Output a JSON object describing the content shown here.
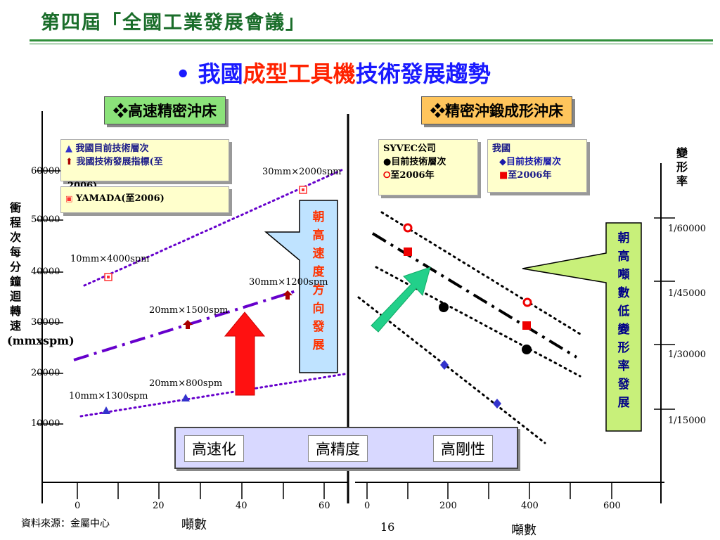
{
  "header": {
    "title": "第四屆「全國工業發展會議」"
  },
  "main_title": {
    "bullet": "•",
    "part1": "我國",
    "part2": "成型工具機",
    "part3": "技術發展趨勢"
  },
  "left_panel": {
    "tag": "❖高速精密沖床",
    "legend1": {
      "line1": "我國目前技術層次",
      "line2a": "我國技術發展指標(至",
      "line2b": "2006)"
    },
    "legend2": {
      "label": "YAMADA(至2006)"
    },
    "y_axis_label": "衝程次每分鐘迴轉速(mmxspm)",
    "y_ticks": [
      "60000",
      "50000",
      "40000",
      "30000",
      "20000",
      "10000"
    ],
    "x_ticks": [
      "0",
      "20",
      "40",
      "60"
    ],
    "x_label": "噸數",
    "arrow_text": "朝高速度方向發展",
    "points": {
      "p1": "10mm×1300spm",
      "p2": "20mm×800spm",
      "p3": "20mm×1500spm",
      "p4": "30mm×1200spm",
      "p5": "10mm×4000spm",
      "p6": "30mm×2000spm"
    },
    "colors": {
      "current": "#3333cc",
      "target": "#aa0000",
      "yamada": "#ff3333",
      "trend": "#6600cc"
    }
  },
  "right_panel": {
    "tag": "❖精密沖鍛成形沖床",
    "legend1": {
      "title": "SYVEC公司",
      "line1": "●目前技術層次",
      "line2": "至2006年"
    },
    "legend2": {
      "title": "我國",
      "line1": "◆目前技術層次",
      "line2": "至2006年"
    },
    "y2_label": "變形率",
    "y2_ticks": [
      "1/60000",
      "1/45000",
      "1/30000",
      "1/15000"
    ],
    "x_ticks": [
      "0",
      "200",
      "400",
      "600"
    ],
    "x_label": "噸數",
    "arrow_text": "朝高噸數低變形率發展"
  },
  "bottom_box": {
    "item1": "高速化",
    "item2": "高精度",
    "item3": "高剛性"
  },
  "footer": {
    "source": "資料來源：金屬中心",
    "page": "16"
  }
}
